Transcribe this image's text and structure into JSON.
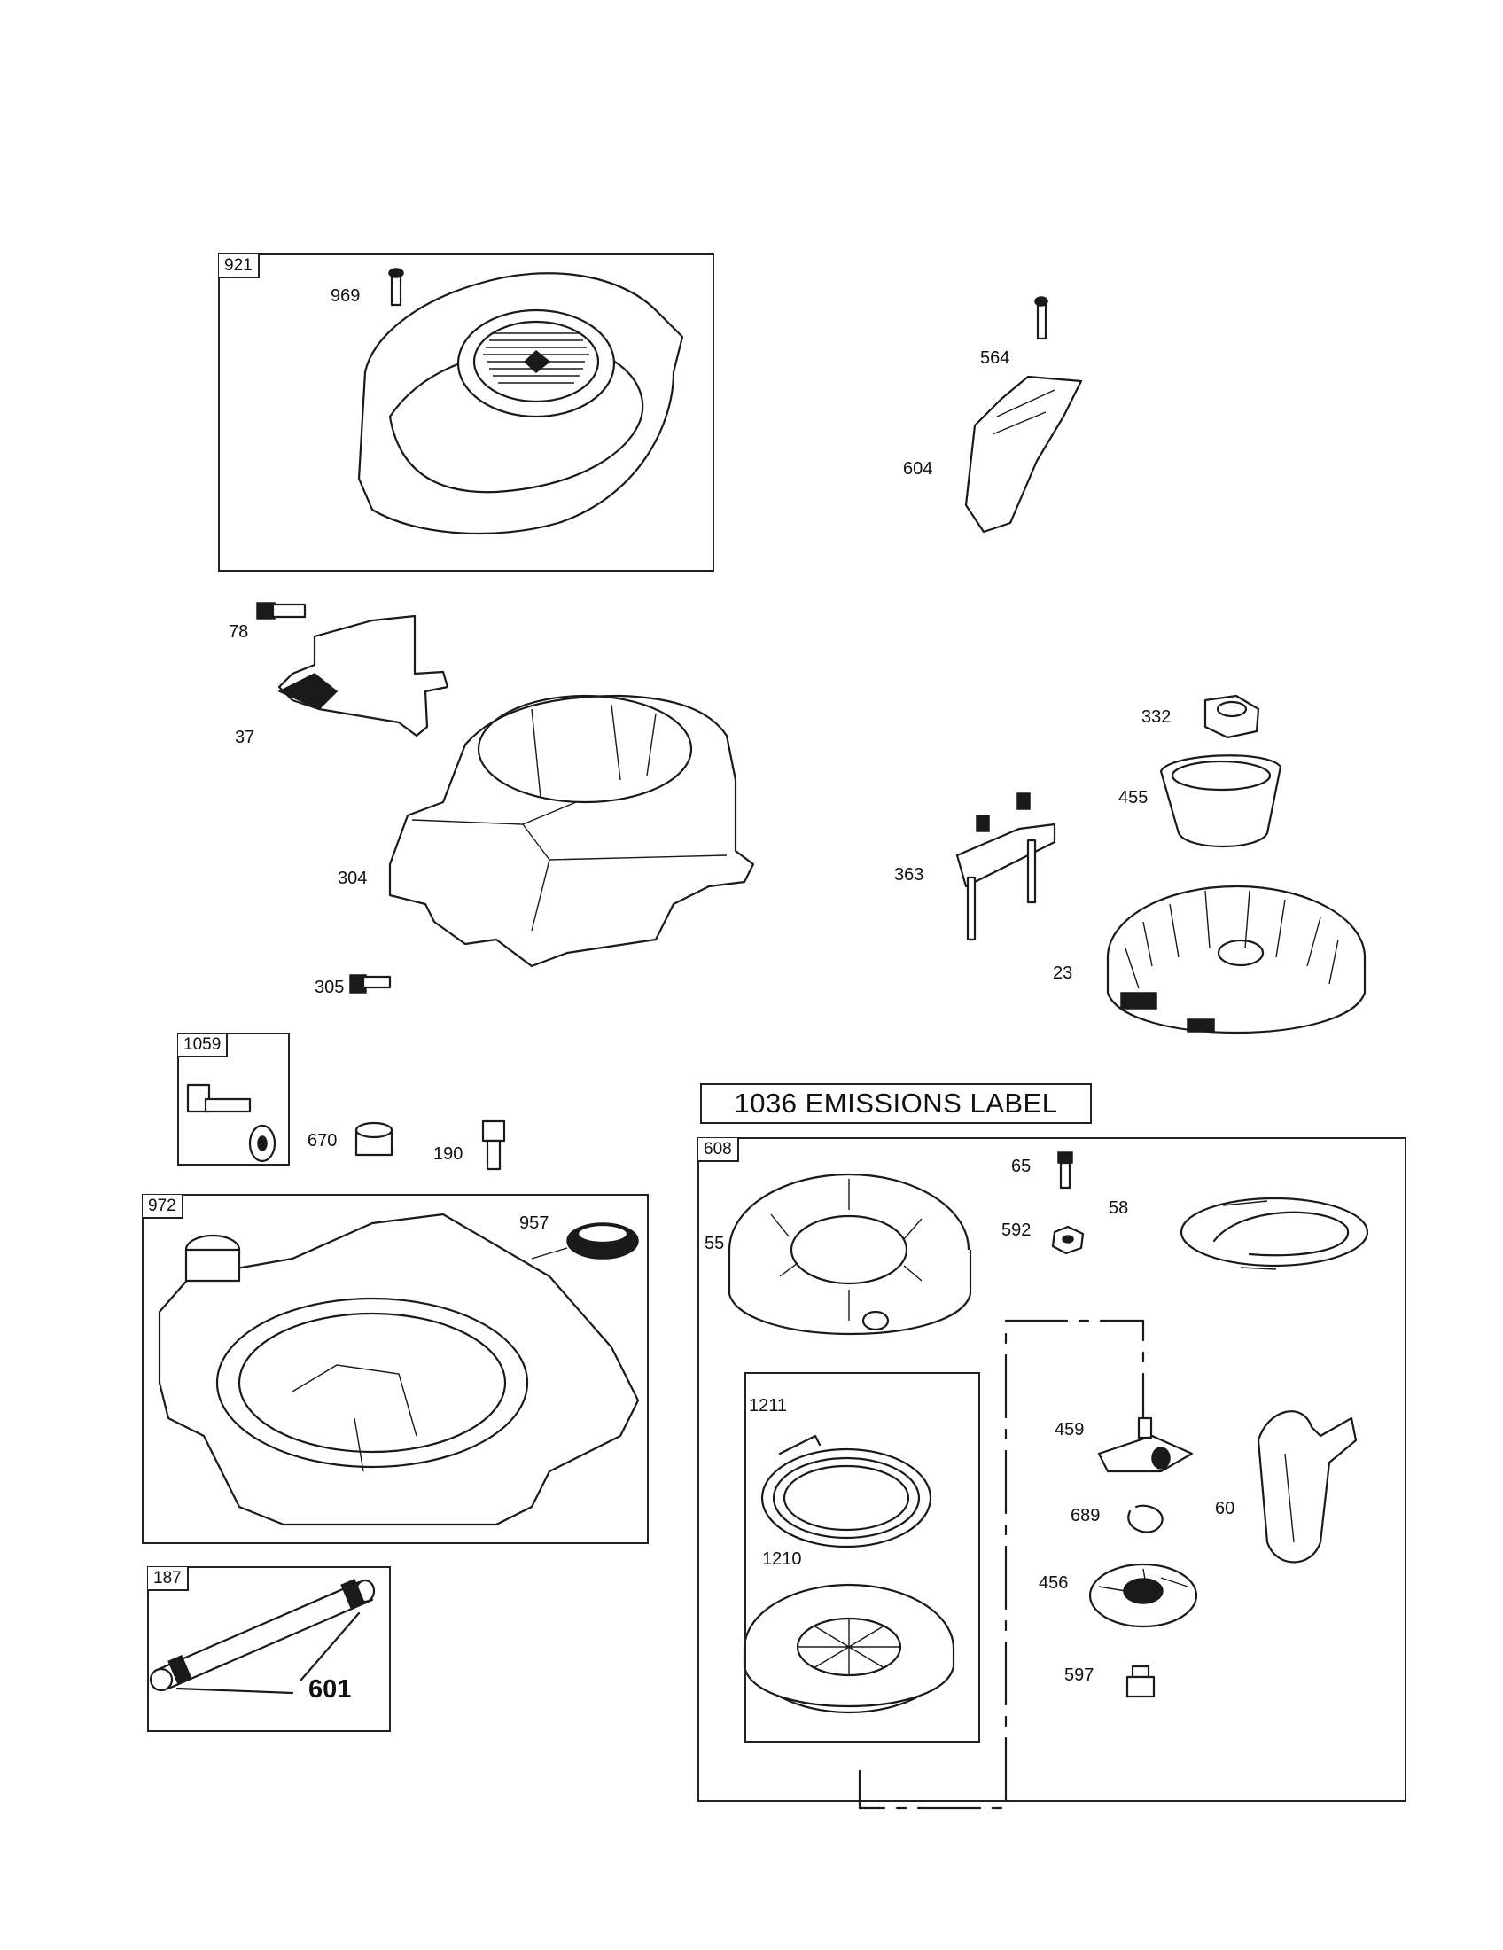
{
  "groups": {
    "blower_housing_box": "921",
    "muffler_box": "1059",
    "fuel_tank_box": "972",
    "fuel_line_box": "187",
    "rewind_starter_box": "608"
  },
  "banner": "1036 EMISSIONS LABEL",
  "labels": {
    "p969": "969",
    "p564": "564",
    "p604": "604",
    "p78": "78",
    "p37": "37",
    "p304": "304",
    "p305": "305",
    "p332": "332",
    "p455": "455",
    "p363": "363",
    "p23": "23",
    "p670": "670",
    "p190": "190",
    "p957": "957",
    "p601": "601",
    "p65": "65",
    "p58": "58",
    "p55": "55",
    "p592": "592",
    "p1211": "1211",
    "p1210": "1210",
    "p459": "459",
    "p689": "689",
    "p60": "60",
    "p456": "456",
    "p597": "597"
  }
}
